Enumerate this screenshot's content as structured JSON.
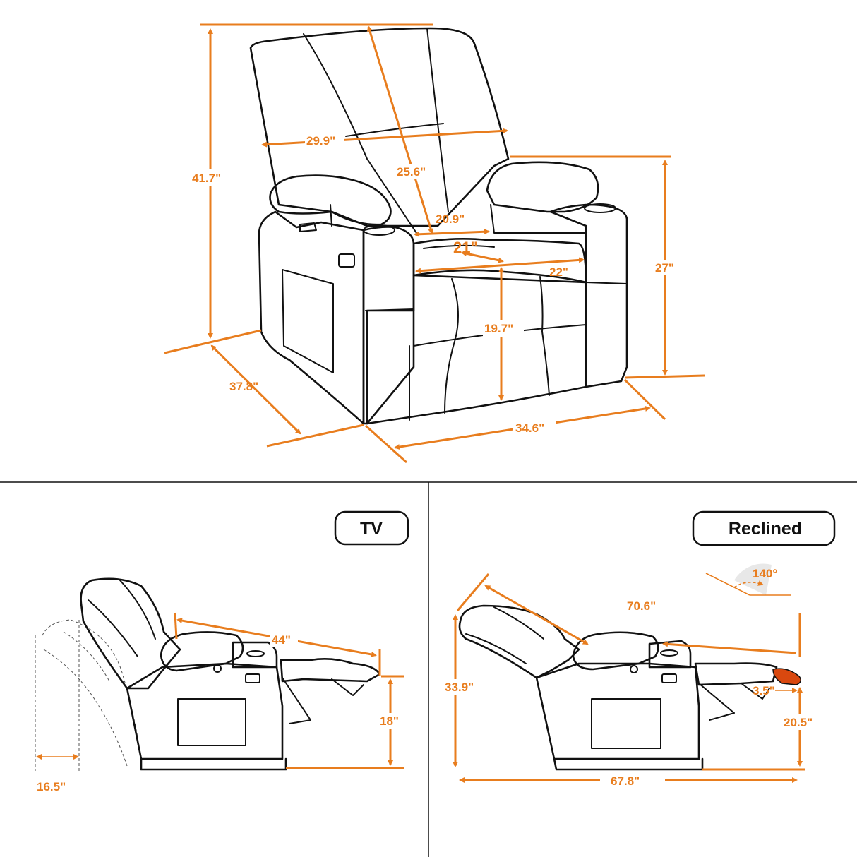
{
  "front_view": {
    "height_total": "41.7\"",
    "back_width": "29.9\"",
    "back_height": "25.6\"",
    "armrest_gap": "20.9\"",
    "seat_width": "21\"",
    "seat_width_front": "22\"",
    "seat_height": "19.7\"",
    "arm_height": "27\"",
    "depth": "37.8\"",
    "width": "34.6\""
  },
  "tv_view": {
    "label": "TV",
    "length": "44\"",
    "footrest_height": "18\"",
    "wall_clearance": "16.5\""
  },
  "reclined_view": {
    "label": "Reclined",
    "angle": "140°",
    "length_diag": "70.6\"",
    "height": "33.9\"",
    "footrest_thickness": "3.5\"",
    "footrest_height": "20.5\"",
    "total_length": "67.8\""
  },
  "colors": {
    "accent": "#e87d1e",
    "outline": "#111111",
    "highlight": "#d9480f"
  }
}
